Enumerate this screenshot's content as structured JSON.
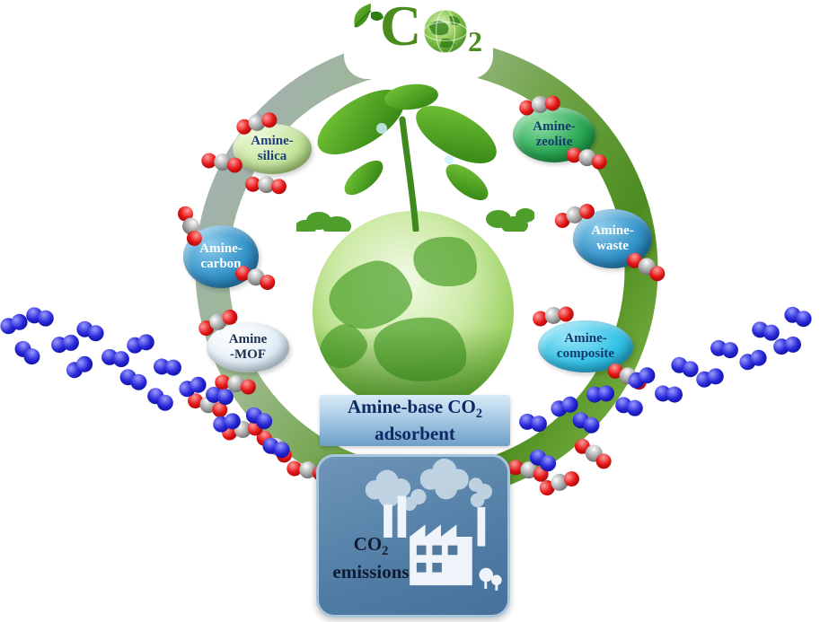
{
  "logo": {
    "c": "C",
    "sub": "2"
  },
  "adsorbents": [
    {
      "name": "Amine-silica",
      "line1": "Amine-",
      "line2": "silica"
    },
    {
      "name": "Amine-zeolite",
      "line1": "Amine-",
      "line2": "zeolite"
    },
    {
      "name": "Amine-carbon",
      "line1": "Amine-",
      "line2": "carbon"
    },
    {
      "name": "Amine-waste",
      "line1": "Amine-",
      "line2": "waste"
    },
    {
      "name": "Amine-MOF",
      "line1": "Amine",
      "line2": "-MOF"
    },
    {
      "name": "Amine-composite",
      "line1": "Amine-",
      "line2": "composite"
    }
  ],
  "banner": {
    "line1_pre": "Amine-base CO",
    "line1_sub": "2",
    "line2": "adsorbent"
  },
  "emissions": {
    "line1_pre": "CO",
    "line1_sub": "2",
    "line2": "emissions"
  },
  "icons": {
    "leaf-icon": "green leaf sprig",
    "globe-icon": "green earth globe",
    "plant-icon": "seedling growing from green globe",
    "co2-molecule-icon": "red-grey-red CO2 ball model",
    "n2-molecule-icon": "blue diatomic molecule pair",
    "factory-icon": "white factory silhouette with smoke"
  },
  "colors": {
    "ring_green": "#4c8c1f",
    "ring_grey": "#a3b0b4",
    "oval_light_green": "#c3e49a",
    "oval_green": "#2aa853",
    "oval_blue": "#3392c8",
    "oval_pale": "#e2eef7",
    "oval_cyan": "#35c2e7",
    "banner_blue": "#a9cbe6",
    "banner_text": "#0d2a66",
    "emissions_box_blue": "#517da5",
    "logo_green": "#4b8a1d",
    "molecule_red": "#e31515",
    "molecule_grey": "#9b9b9b",
    "molecule_blue": "#2828d8"
  }
}
